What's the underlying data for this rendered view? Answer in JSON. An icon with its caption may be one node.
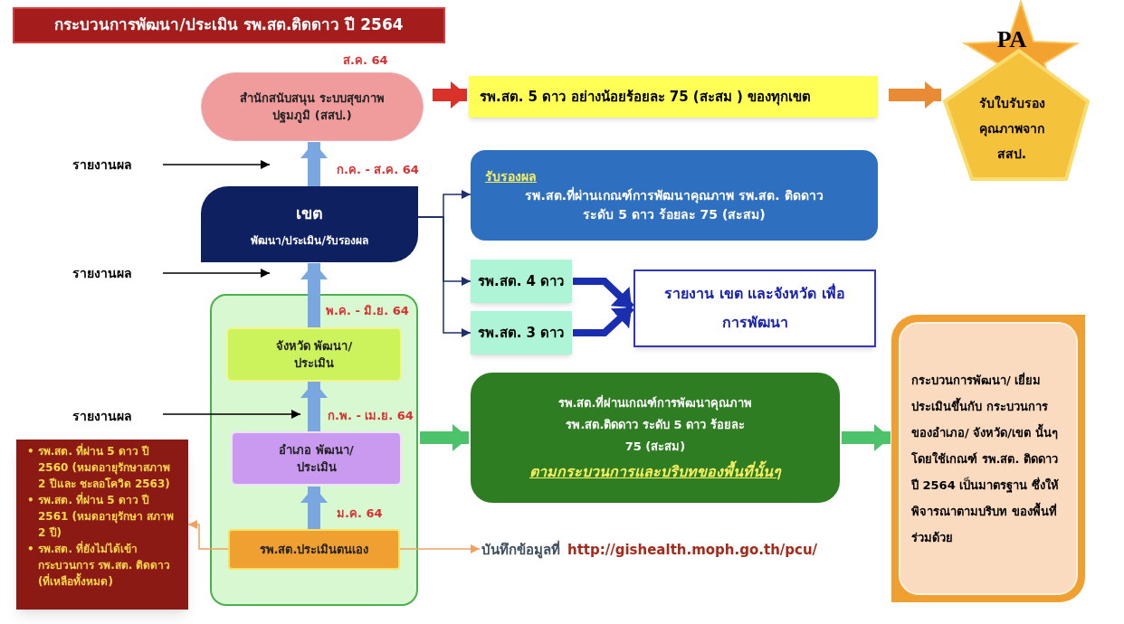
{
  "diagram": {
    "title": "กระบวนการพัฒนา/ประเมิน รพ.สต.ติดดาว ปี 2564",
    "nodes": [
      {
        "text": [
          "สำนักสนับสนุน ระบบสุขภาพปฐมภูมิ (สสป.)"
        ],
        "beside": [
          "ส.ค. 64"
        ]
      },
      {
        "text": [
          "รพ.สต. 5 ดาว อย่างน้อยร้อยละ 75 (สะสม ) ของทุกเขต"
        ]
      },
      {
        "text": [
          "PA",
          "รับใบรับรองคุณภาพจาก สสป."
        ]
      },
      {
        "text": [
          "รายงานผล"
        ]
      },
      {
        "text": [
          "เขต",
          "พัฒนา/ประเมิน/รับรองผล"
        ]
      },
      {
        "text": [
          "รับรองผล",
          "รพ.สต.ที่ผ่านเกณฑ์การพัฒนาคุณภาพ รพ.สต. ติดดาว ระดับ  5 ดาว ร้อยละ 75 (สะสม)"
        ]
      },
      {
        "text": [
          "รายงานผล"
        ]
      },
      {
        "text": [],
        "shape": "box"
      },
      {
        "text": [
          "จังหวัด พัฒนา/ประเมิน"
        ],
        "in": 7
      },
      {
        "text": [
          "อำเภอ พัฒนา/ประเมิน"
        ],
        "in": 7
      },
      {
        "text": [
          "รพ.สต.ประเมินตนเอง"
        ],
        "in": 7
      },
      {
        "text": [
          "รพ.สต. 4 ดาว"
        ]
      },
      {
        "text": [
          "รพ.สต. 3 ดาว"
        ]
      },
      {
        "text": [
          "รายงาน เขต และจังหวัด เพื่อการพัฒนา"
        ]
      },
      {
        "text": [
          "รายงานผล"
        ]
      },
      {
        "text": [
          "• รพ.สต. ที่ผ่าน 5 ดาว ปี 2560 (หมดอายุรักษาสภาพ 2 ปีและ ชะลอโควิด 2563)",
          "• รพ.สต. ที่ผ่าน 5 ดาว ปี 2561 (หมดอายุรักษา สภาพ 2 ปี)",
          "• รพ.สต. ที่ยังไม่ได้เข้า กระบวนการ รพ.สต. ติดดาว (ที่เหลือทั้งหมด)"
        ]
      },
      {
        "text": [
          "รพ.สต.ที่ผ่านเกณฑ์การพัฒนาคุณภาพ รพ.สต.ติดดาว ระดับ  5 ดาว ร้อยละ 75 (สะสม)",
          "ตามกระบวนการและบริบทของพื้นที่นั้นๆ"
        ]
      },
      {
        "text": [
          "บันทึกข้อมูลที่",
          "http://gishealth.moph.go.th/pcu/"
        ]
      },
      {
        "text": [
          "กระบวนการพัฒนา/ เยี่ยมประเมินขึ้นกับ กระบวนการของอำเภอ/ จังหวัด/เขต นั้นๆ โดยใช้เกณฑ์ รพ.สต. ติดดาว ปี 2564 เป็นมาตรฐาน ซึ่งให้ พิจารณาตามบริบท ของพื้นที่ร่วมด้วย"
        ]
      }
    ],
    "edges": [
      {
        "from": 10,
        "to": 9,
        "arrow": "to",
        "color": "#7aa7e0"
      },
      {
        "from": 9,
        "to": 8,
        "arrow": "to",
        "color": "#7aa7e0"
      },
      {
        "from": 8,
        "to": 4,
        "arrow": "to",
        "color": "#7aa7e0"
      },
      {
        "from": 4,
        "to": 0,
        "arrow": "to",
        "color": "#7aa7e0"
      },
      {
        "from": 0,
        "to": 1,
        "arrow": "to",
        "color": "#d8322b"
      },
      {
        "from": 1,
        "to": 2,
        "arrow": "to",
        "color": "#e98a35"
      },
      {
        "from": 3,
        "to": 4,
        "arrow": "to",
        "color": "#000000"
      },
      {
        "from": 6,
        "to": 4,
        "arrow": "to",
        "color": "#000000"
      },
      {
        "from": 14,
        "to": 9,
        "arrow": "to",
        "color": "#000000"
      },
      {
        "from": 4,
        "to": 5,
        "arrow": "to",
        "color": "#1f2f6b"
      },
      {
        "from": 4,
        "to": 11,
        "arrow": "to",
        "color": "#1f2f6b"
      },
      {
        "from": 4,
        "to": 12,
        "arrow": "to",
        "color": "#1f2f6b"
      },
      {
        "from": 11,
        "to": 13,
        "arrow": "to",
        "color": "#1a2fb0"
      },
      {
        "from": 12,
        "to": 13,
        "arrow": "to",
        "color": "#1a2fb0"
      },
      {
        "from": 7,
        "to": 16,
        "arrow": "to",
        "color": "#4cc36a"
      },
      {
        "from": 16,
        "to": 18,
        "arrow": "to",
        "color": "#4cc36a"
      },
      {
        "from": 10,
        "to": 15,
        "arrow": "to",
        "color": "#f0a060"
      },
      {
        "from": 10,
        "to": 17,
        "arrow": "to",
        "color": "#f0a060"
      }
    ],
    "labels": [
      "ก.ค. - ส.ค. 64",
      "พ.ค. - มิ.ย. 64",
      "ก.พ. - เม.ย. 64",
      "ม.ค. 64"
    ]
  }
}
